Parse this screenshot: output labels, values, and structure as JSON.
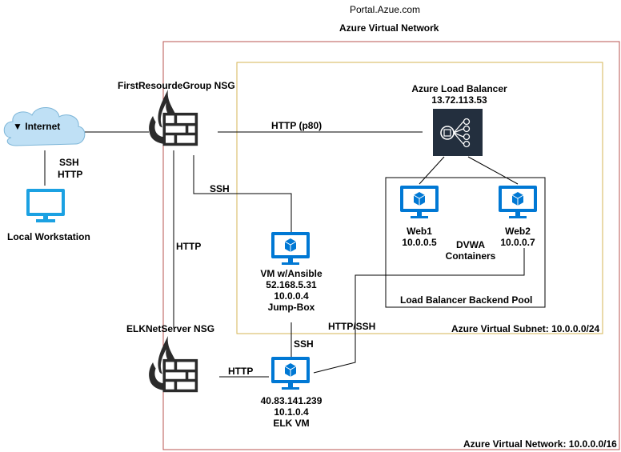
{
  "header": {
    "portal": "Portal.Azue.com",
    "vnet_top": "Azure Virtual Network"
  },
  "nodes": {
    "internet": "Internet",
    "internet_chevron": "▼",
    "local_workstation": "Local Workstation",
    "nsg1": "FirstResourdeGroup NSG",
    "nsg2": "ELKNetServer NSG",
    "lb_name": "Azure Load Balancer",
    "lb_ip": "13.72.113.53",
    "web1_name": "Web1",
    "web1_ip": "10.0.0.5",
    "web2_name": "Web2",
    "web2_ip": "10.0.0.7",
    "dvwa_1": "DVWA",
    "dvwa_2": "Containers",
    "backend_pool": "Load Balancer Backend Pool",
    "jump_l1": "VM w/Ansible",
    "jump_l2": "52.168.5.31",
    "jump_l3": "10.0.0.4",
    "jump_l4": "Jump-Box",
    "elk_l1": "40.83.141.239",
    "elk_l2": "10.1.0.4",
    "elk_l3": "ELK VM"
  },
  "edges": {
    "ssh_http_1": "SSH",
    "ssh_http_2": "HTTP",
    "http_p80": "HTTP (p80)",
    "ssh_jump": "SSH",
    "http_vertical": "HTTP",
    "ssh_elk": "SSH",
    "http_elk": "HTTP",
    "http_ssh": "HTTP/SSH"
  },
  "zones": {
    "subnet": "Azure Virtual  Subnet: 10.0.0.0/24",
    "vnet_bottom": "Azure Virtual Network: 10.0.0.0/16"
  },
  "colors": {
    "vnet_border": "#b85450",
    "subnet_border": "#d6b656",
    "vm_blue": "#0078d4",
    "workstation_cyan": "#1ba1e2",
    "cloud_fill": "#bfe0f5",
    "lb_bg": "#232f3e"
  }
}
